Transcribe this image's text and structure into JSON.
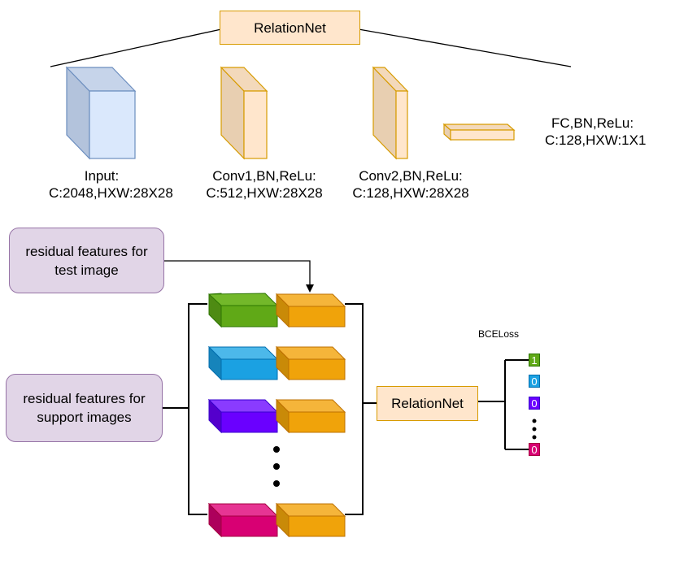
{
  "top": {
    "title": "RelationNet",
    "layers": [
      {
        "line1": "Input:",
        "line2": "C:2048,HXW:28X28"
      },
      {
        "line1": "Conv1,BN,ReLu:",
        "line2": "C:512,HXW:28X28"
      },
      {
        "line1": "Conv2,BN,ReLu:",
        "line2": "C:128,HXW:28X28"
      },
      {
        "line1": "FC,BN,ReLu:",
        "line2": "C:128,HXW:1X1"
      }
    ]
  },
  "bottom": {
    "test_features": "residual features for test image",
    "support_features": "residual features for support images",
    "relationnet_label": "RelationNet",
    "loss_label": "BCELoss",
    "outputs": [
      "1",
      "0",
      "0",
      "0"
    ],
    "colors": {
      "green": "#60a917",
      "blue": "#1ba1e2",
      "violet": "#6a00ff",
      "magenta": "#d80073",
      "orange": "#f0a30a"
    }
  }
}
